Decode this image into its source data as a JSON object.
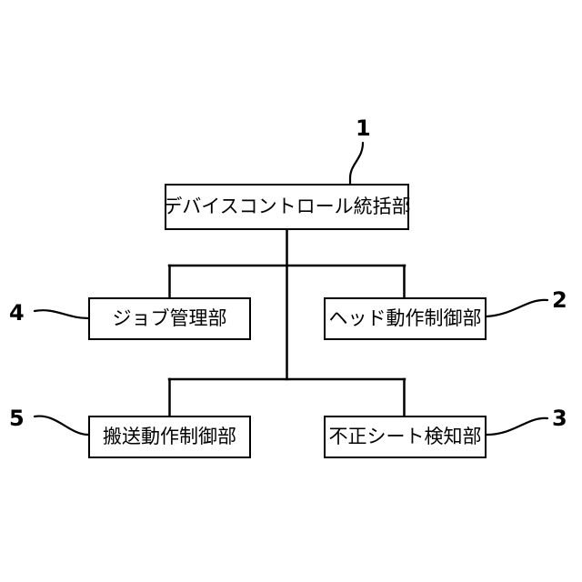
{
  "figure": {
    "title": "",
    "background_color": "#ffffff",
    "line_color": "#000000",
    "text_color": "#000000"
  },
  "nodes": [
    {
      "id": "root",
      "label": "デバイスコントロール統括部",
      "ref": "1"
    },
    {
      "id": "job",
      "label": "ジョブ管理部",
      "ref": "4"
    },
    {
      "id": "head",
      "label": "ヘッド動作制御部",
      "ref": "2"
    },
    {
      "id": "conveyor",
      "label": "搬送動作制御部",
      "ref": "5"
    },
    {
      "id": "sheet",
      "label": "不正シート検知部",
      "ref": "3"
    }
  ],
  "reference_numbers": {
    "root": "1",
    "head": "2",
    "sheet": "3",
    "job": "4",
    "conveyor": "5"
  }
}
